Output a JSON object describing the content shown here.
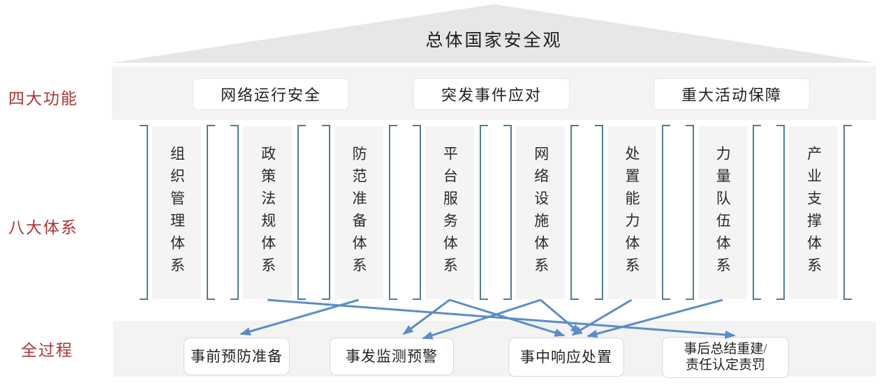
{
  "title": "总体国家安全观",
  "row_labels": {
    "functions": "四大功能",
    "systems": "八大体系",
    "process": "全过程"
  },
  "functions": {
    "items": [
      {
        "label": "网络运行安全"
      },
      {
        "label": "突发事件应对"
      },
      {
        "label": "重大活动保障"
      }
    ]
  },
  "systems": {
    "items": [
      {
        "label": "组织管理体系"
      },
      {
        "label": "政策法规体系"
      },
      {
        "label": "防范准备体系"
      },
      {
        "label": "平台服务体系"
      },
      {
        "label": "网络设施体系"
      },
      {
        "label": "处置能力体系"
      },
      {
        "label": "力量队伍体系"
      },
      {
        "label": "产业支撑体系"
      }
    ]
  },
  "process": {
    "items": [
      {
        "label": "事前预防准备",
        "lines": [
          "事前预防准备"
        ]
      },
      {
        "label": "事发监测预警",
        "lines": [
          "事发监测预警"
        ]
      },
      {
        "label": "事中响应处置",
        "lines": [
          "事中响应处置"
        ]
      },
      {
        "label": "事后总结重建/责任认定责罚",
        "lines": [
          "事后总结重建/",
          "责任认定责罚"
        ]
      }
    ]
  },
  "arrows": [
    {
      "from": "政策法规体系",
      "to": "事后总结重建/责任认定责罚"
    },
    {
      "from": "防范准备体系",
      "to": "事前预防准备"
    },
    {
      "from": "平台服务体系",
      "to": "事发监测预警"
    },
    {
      "from": "平台服务体系",
      "to": "事中响应处置"
    },
    {
      "from": "网络设施体系",
      "to": "事发监测预警"
    },
    {
      "from": "网络设施体系",
      "to": "事中响应处置"
    },
    {
      "from": "处置能力体系",
      "to": "事中响应处置"
    },
    {
      "from": "力量队伍体系",
      "to": "事中响应处置"
    }
  ],
  "colors": {
    "roof_fill": "#e7e7e7",
    "band_fill": "#f3f3f3",
    "column_fill": "#f4f4f4",
    "label_red": "#ab3335",
    "bracket_teal": "#4f7e90",
    "arrow_blue": "#5b8cc8",
    "box_white": "#ffffff"
  }
}
